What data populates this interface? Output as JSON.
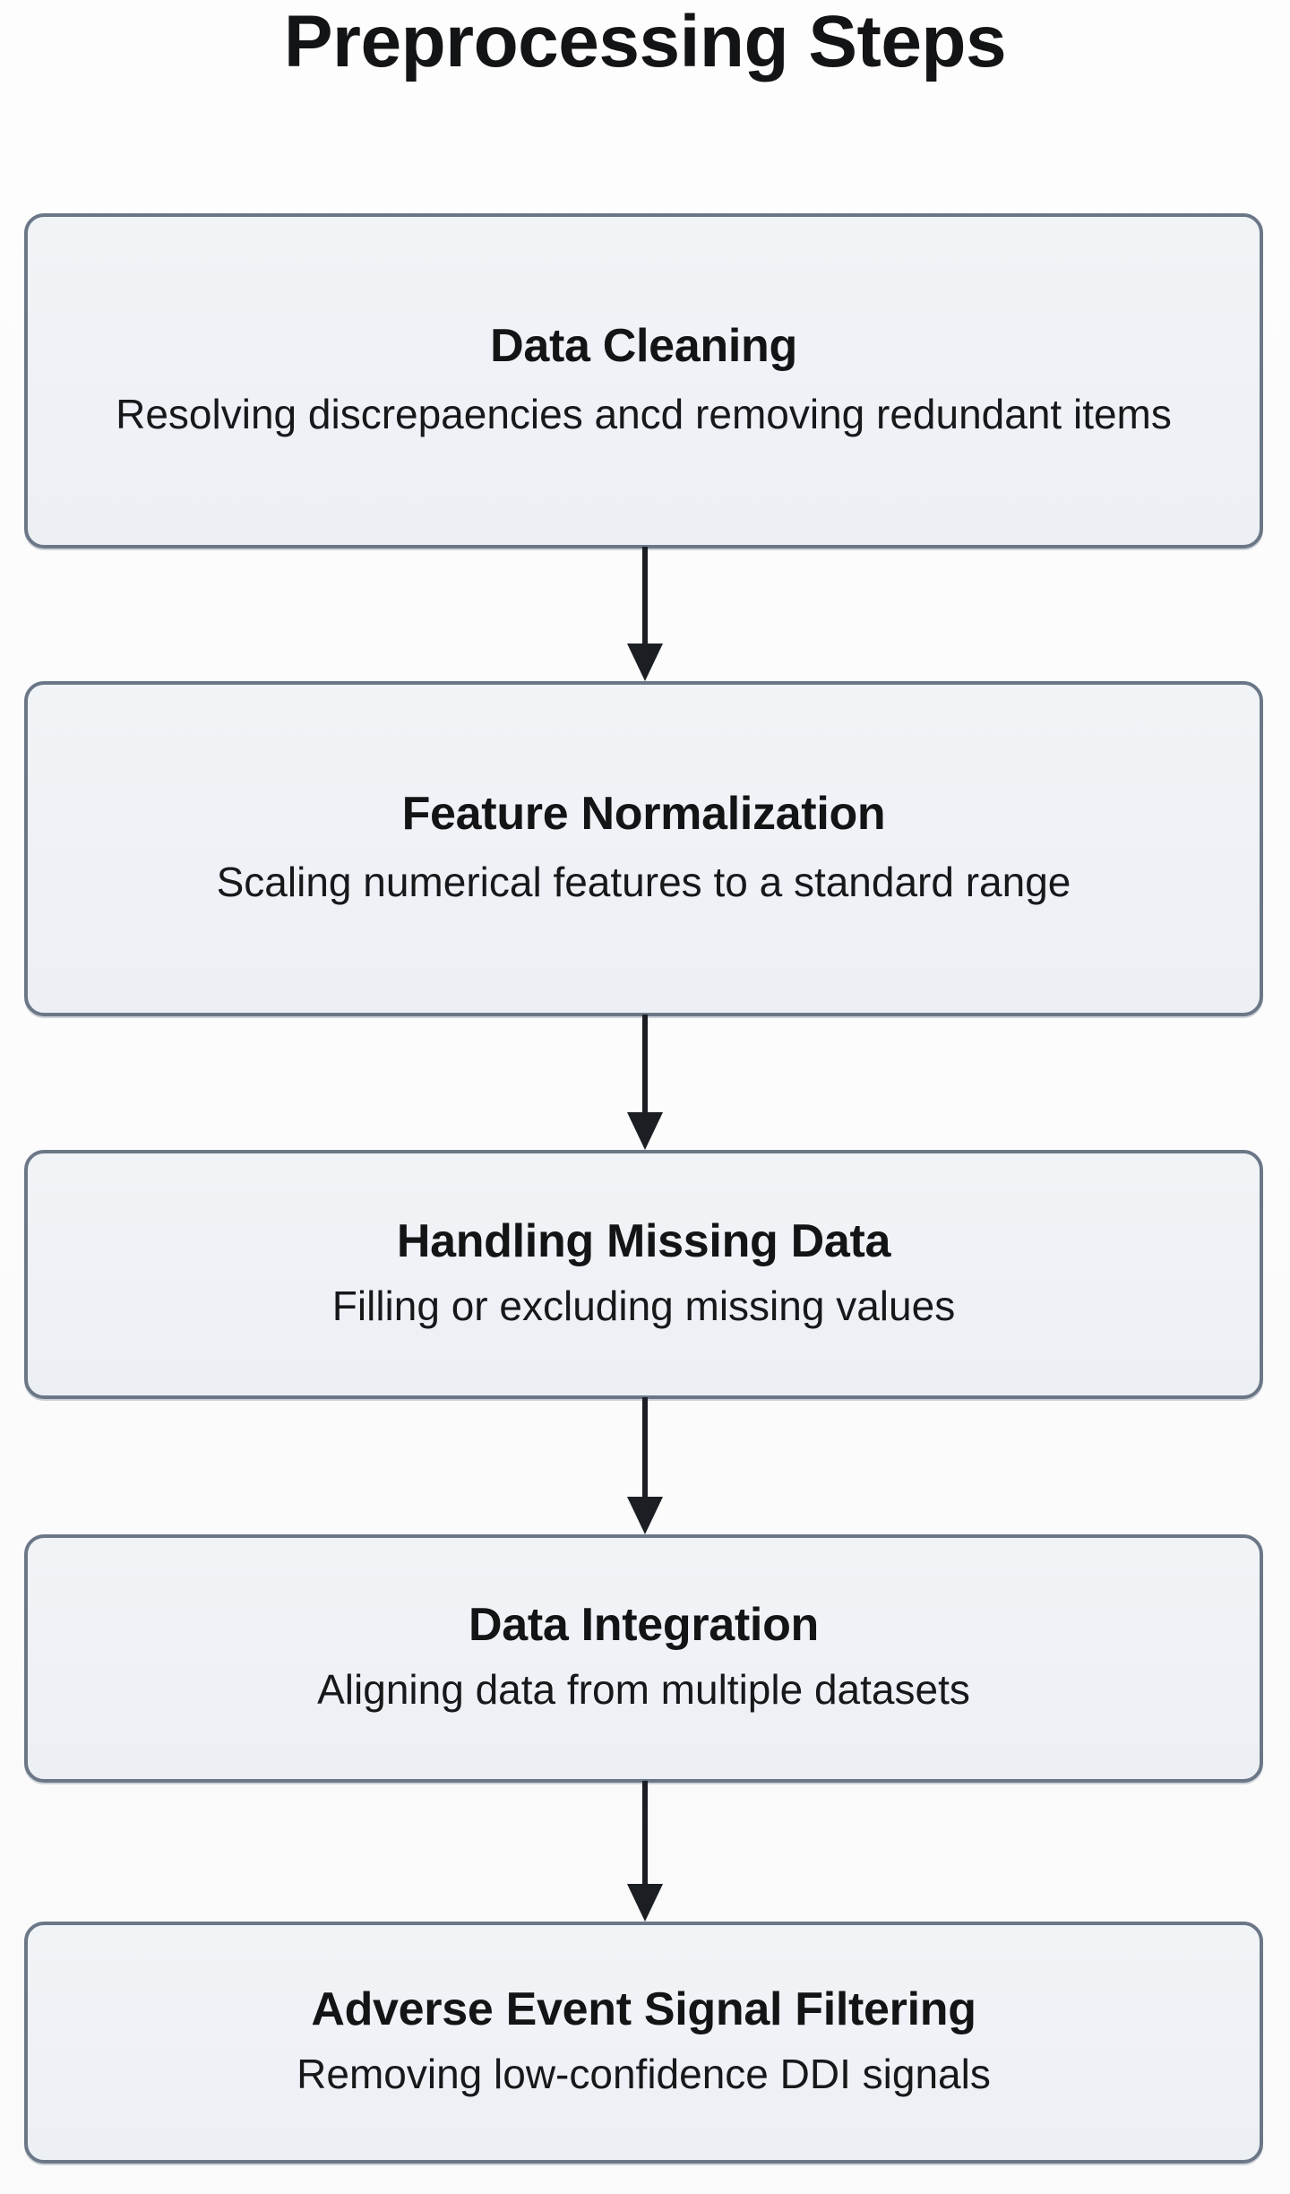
{
  "title": "Preprocessing Steps",
  "theme": {
    "page_background": "#fbfbfb",
    "node_fill": "#eef1f5",
    "node_border": "#6b7787",
    "text_color": "#121416",
    "arrow_color": "#1b1f24"
  },
  "flow": {
    "orientation": "vertical",
    "nodes": [
      {
        "id": "data-cleaning",
        "title": "Data Cleaning",
        "description": "Resolving discrepaencies ancd removing redundant items"
      },
      {
        "id": "feature-normalization",
        "title": "Feature Normalization",
        "description": "Scaling numerical features to a standard range"
      },
      {
        "id": "handling-missing-data",
        "title": "Handling Missing Data",
        "description": "Filling or excluding missing values"
      },
      {
        "id": "data-integration",
        "title": "Data Integration",
        "description": "Aligning data from multiple datasets"
      },
      {
        "id": "adverse-event-signal-filtering",
        "title": "Adverse Event Signal Filtering",
        "description": "Removing low-confidence DDI signals"
      }
    ],
    "edges": [
      {
        "from": "data-cleaning",
        "to": "feature-normalization",
        "label": ""
      },
      {
        "from": "feature-normalization",
        "to": "handling-missing-data",
        "label": ""
      },
      {
        "from": "handling-missing-data",
        "to": "data-integration",
        "label": ""
      },
      {
        "from": "data-integration",
        "to": "adverse-event-signal-filtering",
        "label": ""
      }
    ]
  }
}
